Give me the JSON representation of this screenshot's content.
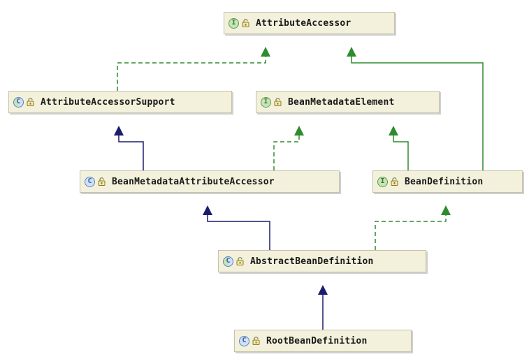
{
  "nodes": [
    {
      "id": "attribute-accessor",
      "label": "AttributeAccessor",
      "kind": "interface",
      "glyph": "I",
      "icon": "interface-icon"
    },
    {
      "id": "attribute-accessor-support",
      "label": "AttributeAccessorSupport",
      "kind": "abstract",
      "glyph": "C",
      "icon": "abstract-class-icon"
    },
    {
      "id": "bean-metadata-element",
      "label": "BeanMetadataElement",
      "kind": "interface",
      "glyph": "I",
      "icon": "interface-icon"
    },
    {
      "id": "bean-metadata-attribute-accessor",
      "label": "BeanMetadataAttributeAccessor",
      "kind": "class",
      "glyph": "C",
      "icon": "class-icon"
    },
    {
      "id": "bean-definition",
      "label": "BeanDefinition",
      "kind": "interface",
      "glyph": "I",
      "icon": "interface-icon"
    },
    {
      "id": "abstract-bean-definition",
      "label": "AbstractBeanDefinition",
      "kind": "abstract",
      "glyph": "C",
      "icon": "abstract-class-icon"
    },
    {
      "id": "root-bean-definition",
      "label": "RootBeanDefinition",
      "kind": "class",
      "glyph": "C",
      "icon": "class-icon"
    }
  ],
  "edges": [
    {
      "from": "attribute-accessor-support",
      "to": "attribute-accessor",
      "relation": "implements"
    },
    {
      "from": "bean-definition",
      "to": "attribute-accessor",
      "relation": "extends-interface"
    },
    {
      "from": "bean-metadata-attribute-accessor",
      "to": "attribute-accessor-support",
      "relation": "extends"
    },
    {
      "from": "bean-metadata-attribute-accessor",
      "to": "bean-metadata-element",
      "relation": "implements"
    },
    {
      "from": "bean-definition",
      "to": "bean-metadata-element",
      "relation": "extends-interface"
    },
    {
      "from": "abstract-bean-definition",
      "to": "bean-metadata-attribute-accessor",
      "relation": "extends"
    },
    {
      "from": "abstract-bean-definition",
      "to": "bean-definition",
      "relation": "implements"
    },
    {
      "from": "root-bean-definition",
      "to": "abstract-bean-definition",
      "relation": "extends"
    }
  ],
  "colors": {
    "extends": "#1c1c6e",
    "implements": "#2e8b2e",
    "extends-interface": "#2e8b2e",
    "node_fill": "#f3f1dc",
    "node_border": "#c6c3a8"
  },
  "lock_icon": "lock-icon"
}
